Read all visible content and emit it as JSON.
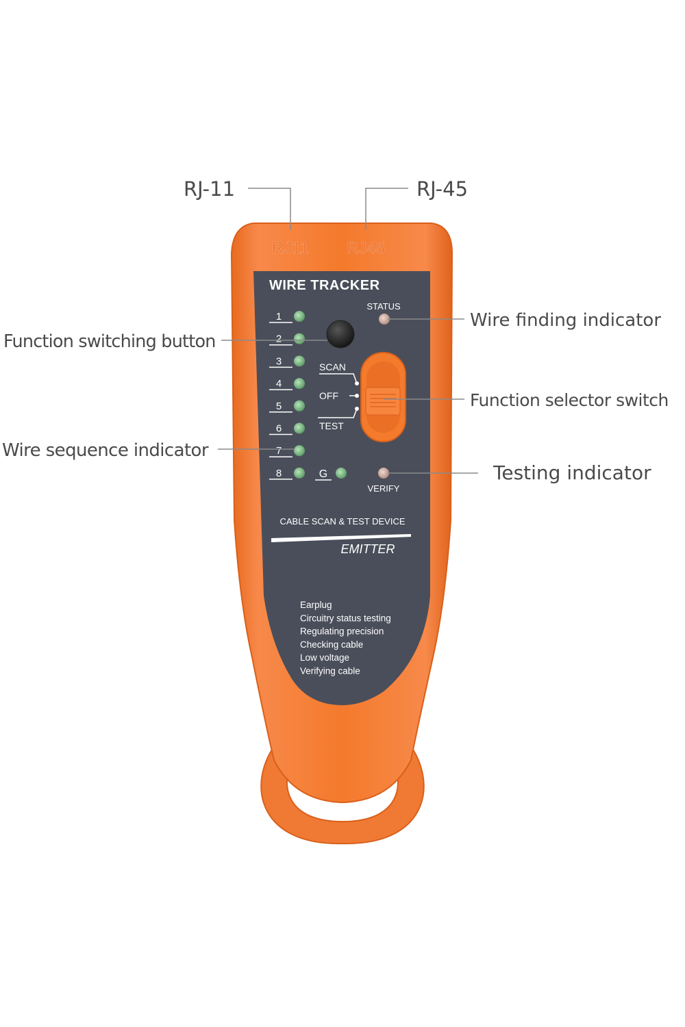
{
  "callouts": {
    "rj11": "RJ-11",
    "rj45": "RJ-45",
    "wire_finding": "Wire finding indicator",
    "function_button": "Function switching button",
    "selector_switch": "Function selector switch",
    "wire_sequence": "Wire sequence indicator",
    "testing": "Testing indicator"
  },
  "device": {
    "port_labels": [
      "RJ11",
      "RJ45"
    ],
    "title": "WIRE TRACKER",
    "status_label": "STATUS",
    "wire_numbers": [
      "1",
      "2",
      "3",
      "4",
      "5",
      "6",
      "7",
      "8"
    ],
    "ground_label": "G",
    "switch_positions": [
      "SCAN",
      "OFF",
      "TEST"
    ],
    "verify_label": "VERIFY",
    "subtitle": "CABLE SCAN & TEST DEVICE",
    "model": "EMITTER",
    "features": [
      "Earplug",
      "Circuitry status testing",
      "Regulating precision",
      "Checking cable",
      "Low voltage",
      "Verifying cable"
    ]
  },
  "colors": {
    "body": "#f47a2c",
    "body_dark": "#d9601a",
    "panel": "#4a4e5a",
    "led_green": "#7db885",
    "led_status": "#c9a69a"
  }
}
